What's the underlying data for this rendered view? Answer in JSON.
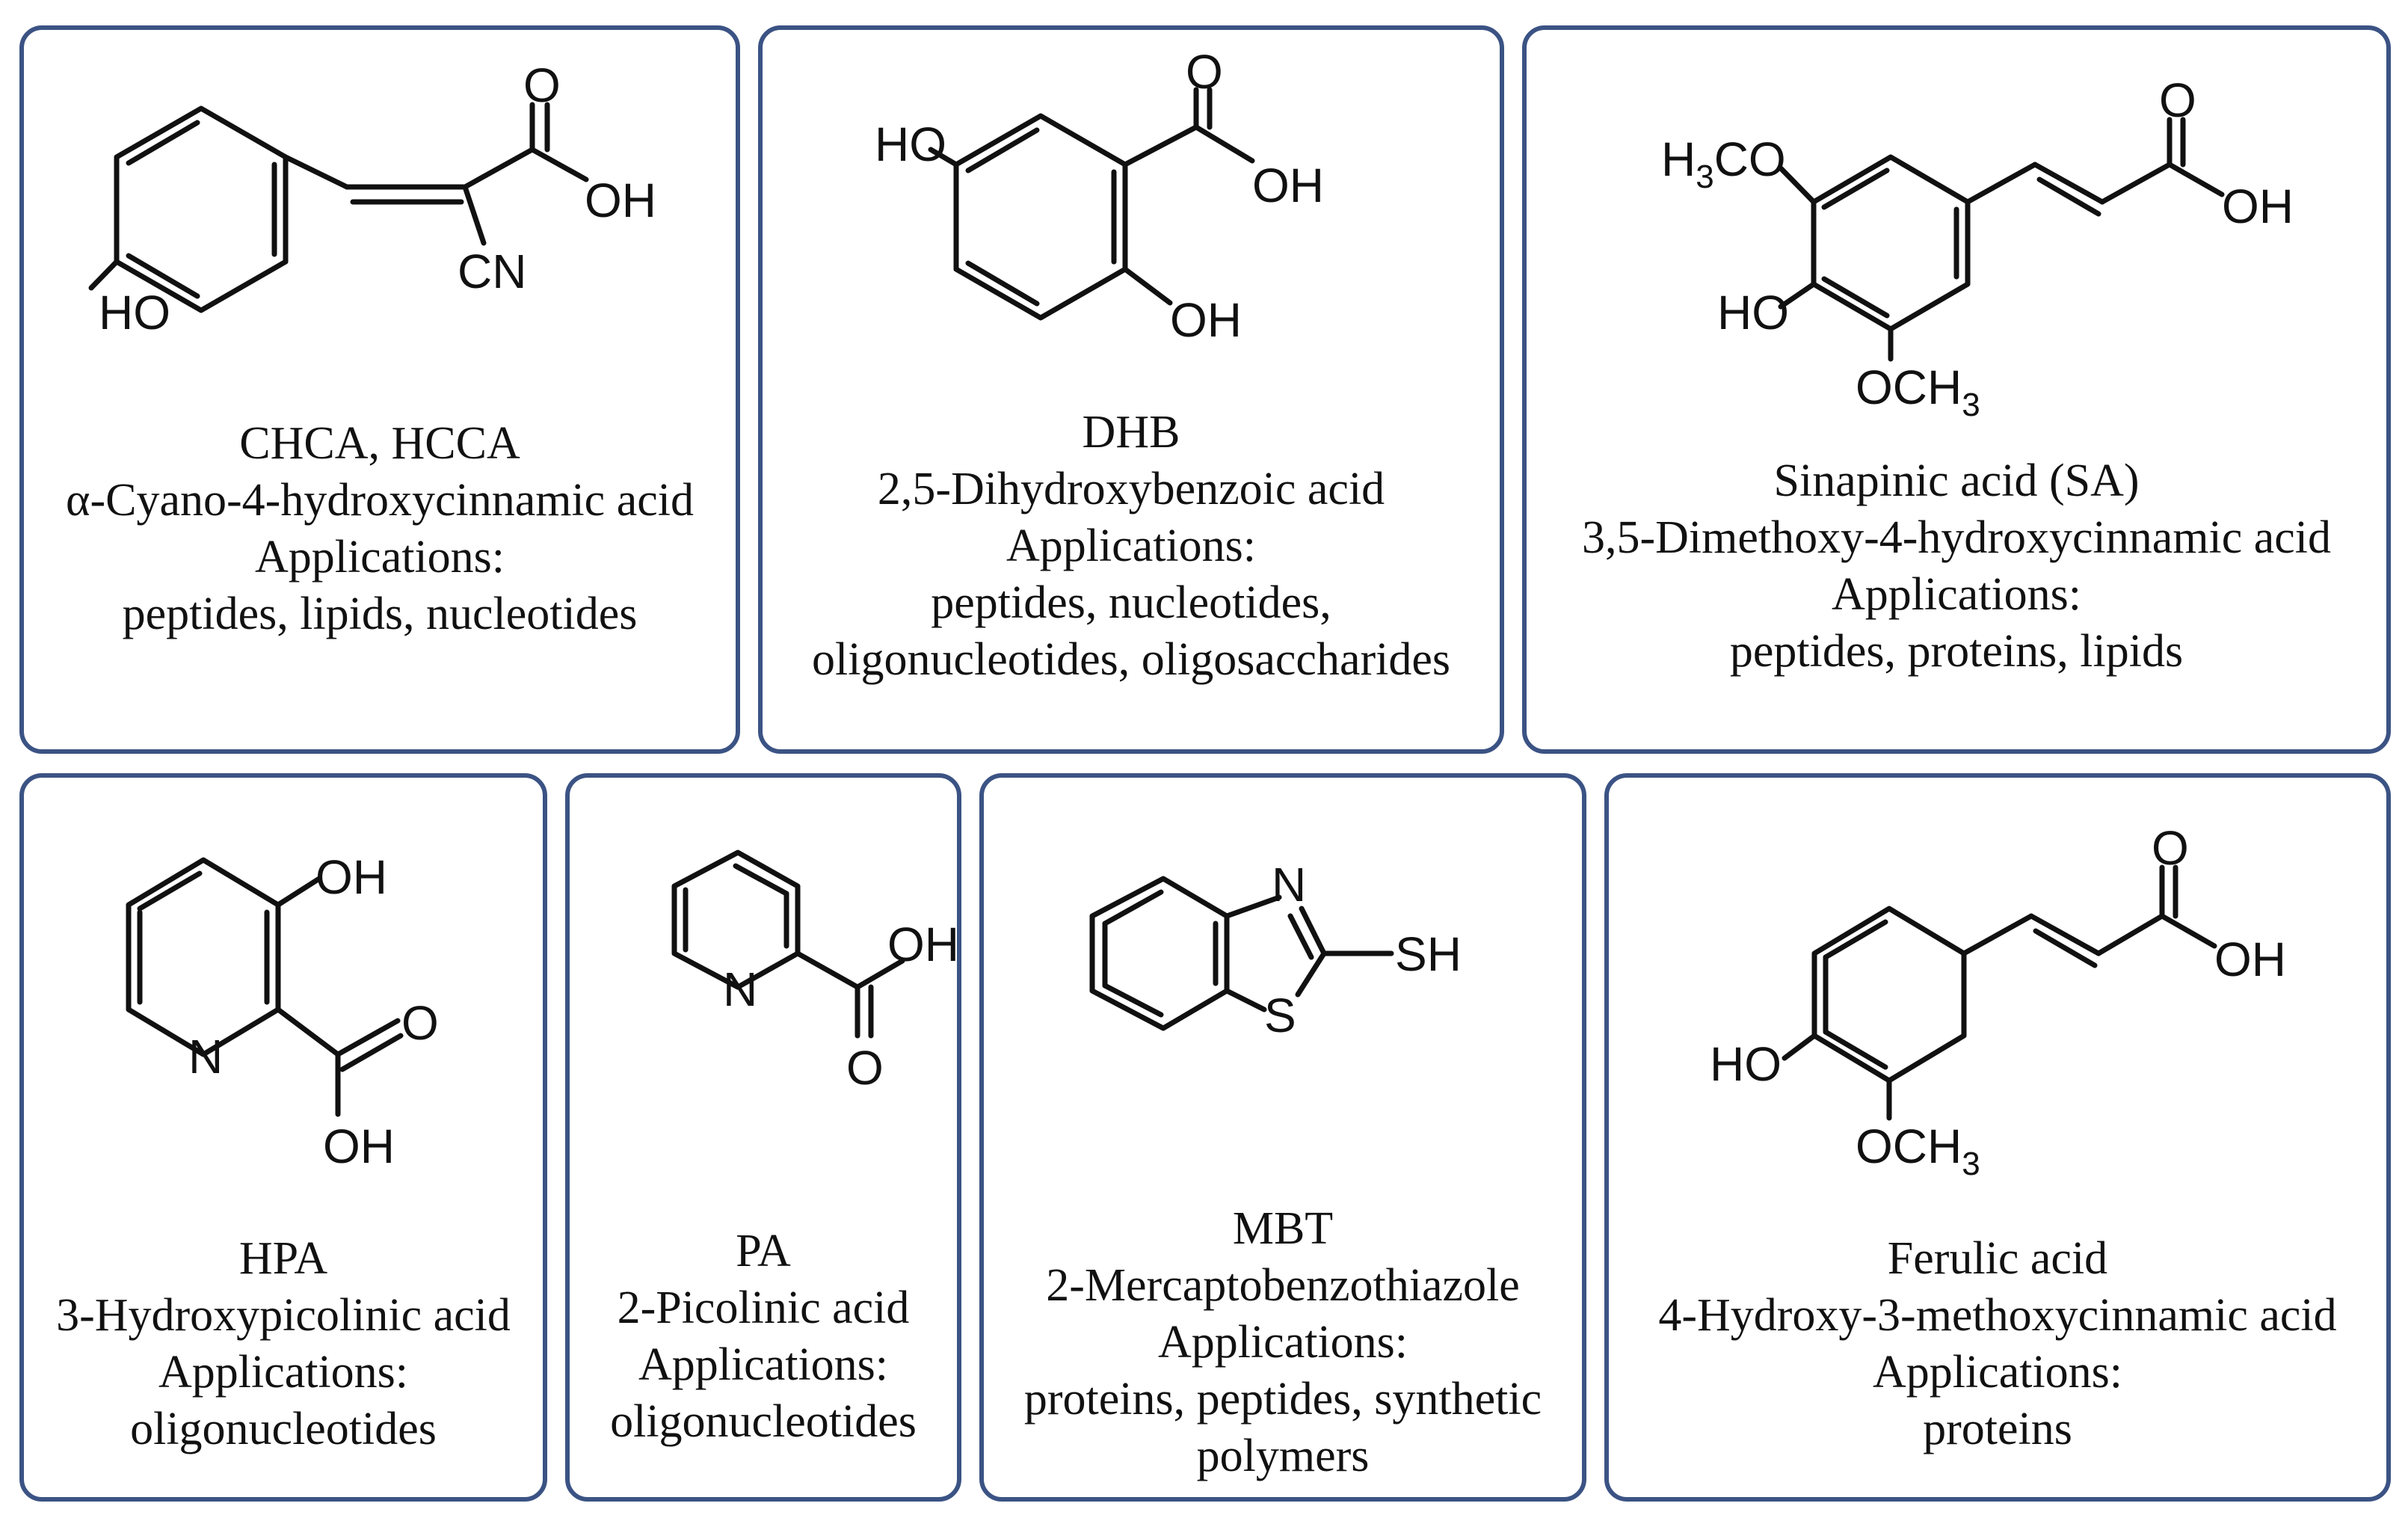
{
  "colors": {
    "card_border": "#3b5384",
    "ink": "#111111",
    "background": "#ffffff"
  },
  "cards": [
    {
      "name": "CHCA, HCCA",
      "full_name": "α-Cyano-4-hydroxycinnamic acid",
      "applications_label": "Applications:",
      "applications": [
        "peptides, lipids, nucleotides"
      ],
      "atom_labels": {
        "o": "O",
        "oh": "OH",
        "cn": "CN",
        "ho": "HO"
      }
    },
    {
      "name": "DHB",
      "full_name": "2,5-Dihydroxybenzoic acid",
      "applications_label": "Applications:",
      "applications": [
        "peptides, nucleotides,",
        "oligonucleotides, oligosaccharides"
      ],
      "atom_labels": {
        "ho": "HO",
        "o": "O",
        "oh_acid": "OH",
        "oh_ring": "OH"
      }
    },
    {
      "name": "Sinapinic acid (SA)",
      "full_name": "3,5-Dimethoxy-4-hydroxycinnamic acid",
      "applications_label": "Applications:",
      "applications": [
        "peptides, proteins, lipids"
      ],
      "atom_labels": {
        "h3co_h": "H",
        "h3co_3": "3",
        "h3co_co": "CO",
        "o": "O",
        "oh": "OH",
        "ho": "HO",
        "och3_och": "OCH",
        "och3_3": "3"
      }
    },
    {
      "name": "HPA",
      "full_name": "3-Hydroxypicolinic acid",
      "applications_label": "Applications:",
      "applications": [
        "oligonucleotides"
      ],
      "atom_labels": {
        "oh_ring": "OH",
        "n": "N",
        "o": "O",
        "oh_acid": "OH"
      }
    },
    {
      "name": "PA",
      "full_name": "2-Picolinic acid",
      "applications_label": "Applications:",
      "applications": [
        "oligonucleotides"
      ],
      "atom_labels": {
        "n": "N",
        "oh": "OH",
        "o": "O"
      }
    },
    {
      "name": "MBT",
      "full_name": "2-Mercaptobenzothiazole",
      "applications_label": "Applications:",
      "applications": [
        "proteins, peptides, synthetic",
        "polymers"
      ],
      "atom_labels": {
        "n": "N",
        "s": "S",
        "sh": "SH"
      }
    },
    {
      "name": "Ferulic acid",
      "full_name": "4-Hydroxy-3-methoxycinnamic acid",
      "applications_label": "Applications:",
      "applications": [
        "proteins"
      ],
      "atom_labels": {
        "o": "O",
        "oh": "OH",
        "ho": "HO",
        "och3_och": "OCH",
        "och3_3": "3"
      }
    }
  ]
}
